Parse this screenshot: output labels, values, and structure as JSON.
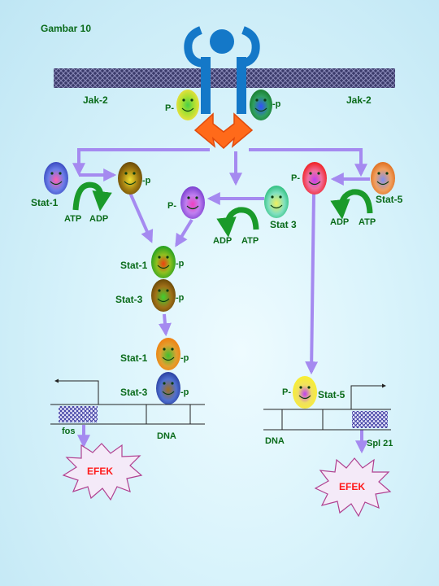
{
  "figure_label": "Gambar 10",
  "membrane": {
    "jak_left": "Jak-2",
    "jak_right": "Jak-2",
    "p_left": "P-",
    "p_right": "-p"
  },
  "stat_left": {
    "label": "Stat-1",
    "p": "-p",
    "atp": "ATP",
    "adp": "ADP"
  },
  "stat_center": {
    "p_prefix": "P-",
    "label": "Stat 3",
    "adp": "ADP",
    "atp": "ATP"
  },
  "stat_right": {
    "p_prefix": "P-",
    "label": "Stat-5",
    "adp": "ADP",
    "atp": "ATP"
  },
  "dimer_upper": {
    "top": "Stat-1",
    "bottom": "Stat-3",
    "p": "-p"
  },
  "dimer_lower": {
    "top": "Stat-1",
    "bottom": "Stat-3",
    "p": "-p"
  },
  "dna_left": {
    "gene": "fos",
    "dna": "DNA",
    "effect": "EFEK"
  },
  "dna_right": {
    "p_prefix": "P-",
    "label": "Stat-5",
    "dna": "DNA",
    "gene": "Spl 21",
    "effect": "EFEK"
  },
  "colors": {
    "arrow": "#a58af0",
    "receptor": "#1478c8",
    "jak_bar": "#2a2a5a",
    "label": "#0a6b1a",
    "efek_text": "#ff1a1a",
    "efek_fill": "#f4eaf8",
    "phospho_arrow": "#e04a0a",
    "curl_arrow": "#1a9a2a"
  }
}
